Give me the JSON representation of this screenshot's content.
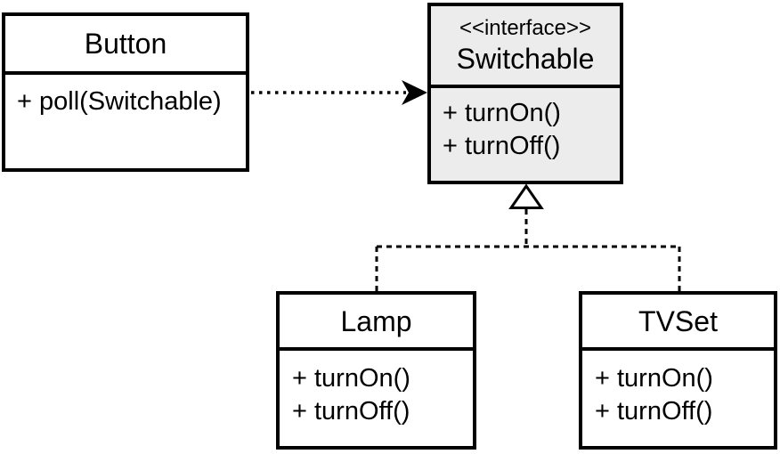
{
  "diagram": {
    "kind": "uml-class-diagram",
    "classes": {
      "button": {
        "name": "Button",
        "methods": [
          "+ poll(Switchable)"
        ]
      },
      "switchable": {
        "stereotype": "<<interface>>",
        "name": "Switchable",
        "methods": [
          "+ turnOn()",
          "+ turnOff()"
        ]
      },
      "lamp": {
        "name": "Lamp",
        "methods": [
          "+ turnOn()",
          "+ turnOff()"
        ]
      },
      "tvset": {
        "name": "TVSet",
        "methods": [
          "+ turnOn()",
          "+ turnOff()"
        ]
      }
    },
    "relationships": [
      {
        "type": "dependency",
        "from": "Button",
        "to": "Switchable",
        "line": "dotted",
        "head": "filled-arrow"
      },
      {
        "type": "realization",
        "from": "Lamp",
        "to": "Switchable",
        "line": "dashed",
        "head": "hollow-triangle"
      },
      {
        "type": "realization",
        "from": "TVSet",
        "to": "Switchable",
        "line": "dashed",
        "head": "hollow-triangle"
      }
    ],
    "colors": {
      "line": "#000000",
      "class_fill": "#ffffff",
      "interface_fill": "#ececec"
    }
  }
}
